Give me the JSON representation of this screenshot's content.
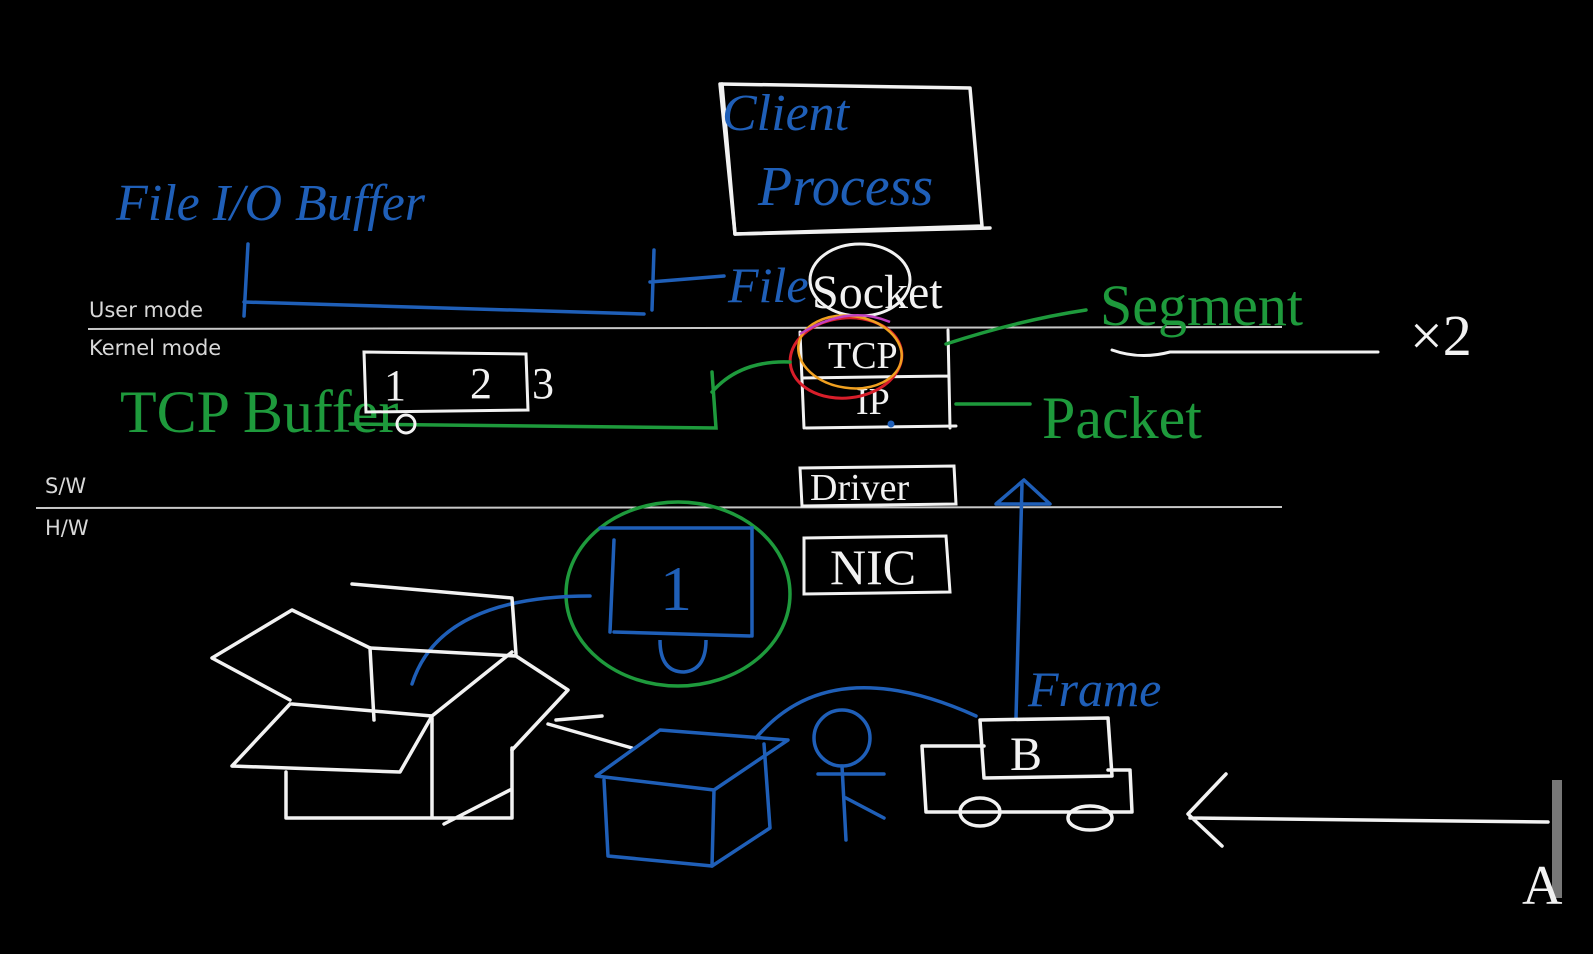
{
  "colors": {
    "background": "#000000",
    "white_ink": "#f2f2f2",
    "blue_ink": "#1f5fb8",
    "green_ink": "#1e9a3c",
    "red_ink": "#d81e2a",
    "orange_ink": "#f0a020",
    "magenta_ink": "#c040c0",
    "divider": "#c8c8c8"
  },
  "mode_labels": {
    "user_mode": "User mode",
    "kernel_mode": "Kernel mode",
    "software": "S/W",
    "hardware": "H/W"
  },
  "handwriting": {
    "client": "Client",
    "process": "Process",
    "socket": "Socket",
    "file": "File",
    "file_io_buffer": "File I/O Buffer",
    "tcp_layer": "TCP",
    "ip_layer": "IP",
    "driver": "Driver",
    "nic": "NIC",
    "segment": "Segment",
    "times_two": "×2",
    "packet": "Packet",
    "tcp_buffer": "TCP Buffer",
    "frame": "Frame",
    "truck_box": "B",
    "buffer_cells": [
      "1",
      "2",
      "3"
    ],
    "nic_buffer_cell": "1",
    "edge_letter": "A"
  },
  "icons": {
    "person": "stick-figure-icon",
    "truck": "truck-icon",
    "boxes": "open-boxes-icon",
    "package": "package-box-icon"
  }
}
